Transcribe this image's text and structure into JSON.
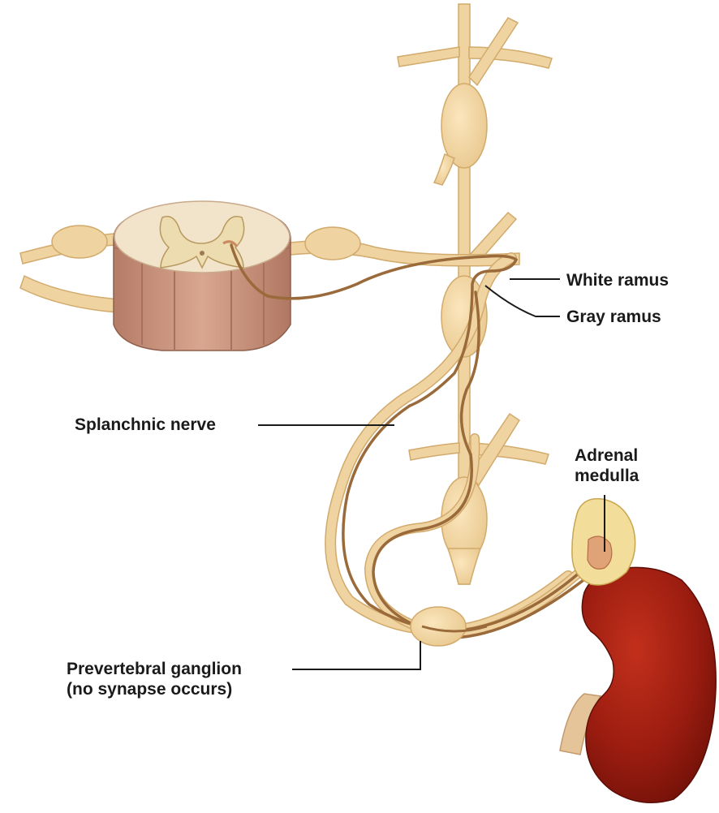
{
  "labels": {
    "white_ramus": "White ramus",
    "gray_ramus": "Gray ramus",
    "splanchnic_nerve": "Splanchnic nerve",
    "adrenal_medulla_line1": "Adrenal",
    "adrenal_medulla_line2": "medulla",
    "prevertebral_ganglion_line1": "Prevertebral ganglion",
    "prevertebral_ganglion_line2": "(no synapse occurs)"
  },
  "colors": {
    "nerve": "#efd3a0",
    "nerve_outline": "#d2aa6c",
    "axon": "#9a6a3a",
    "spinal_cord_side": "#c8947f",
    "spinal_cord_top": "#f1e2c8",
    "kidney": "#9c1d10",
    "adrenal": "#f3dd9a",
    "leader_line": "#1a1a1a"
  }
}
